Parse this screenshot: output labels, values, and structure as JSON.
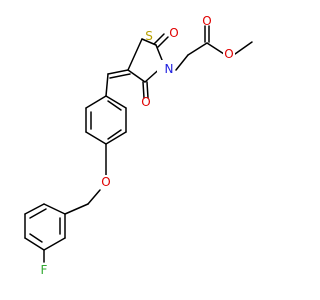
{
  "structure": {
    "atom_labels": {
      "ring_sulfur": "S",
      "ring_nitrogen": "N",
      "carbonyl_oxygen_c2": "O",
      "carbonyl_oxygen_c4": "O",
      "ester_carbonyl_oxygen": "O",
      "ester_oxygen": "O",
      "ether_oxygen": "O",
      "fluorine": "F"
    },
    "colors": {
      "bond": "#000000",
      "S": "#b8a000",
      "N": "#2020e0",
      "O": "#e00000",
      "F": "#33aa33"
    }
  }
}
